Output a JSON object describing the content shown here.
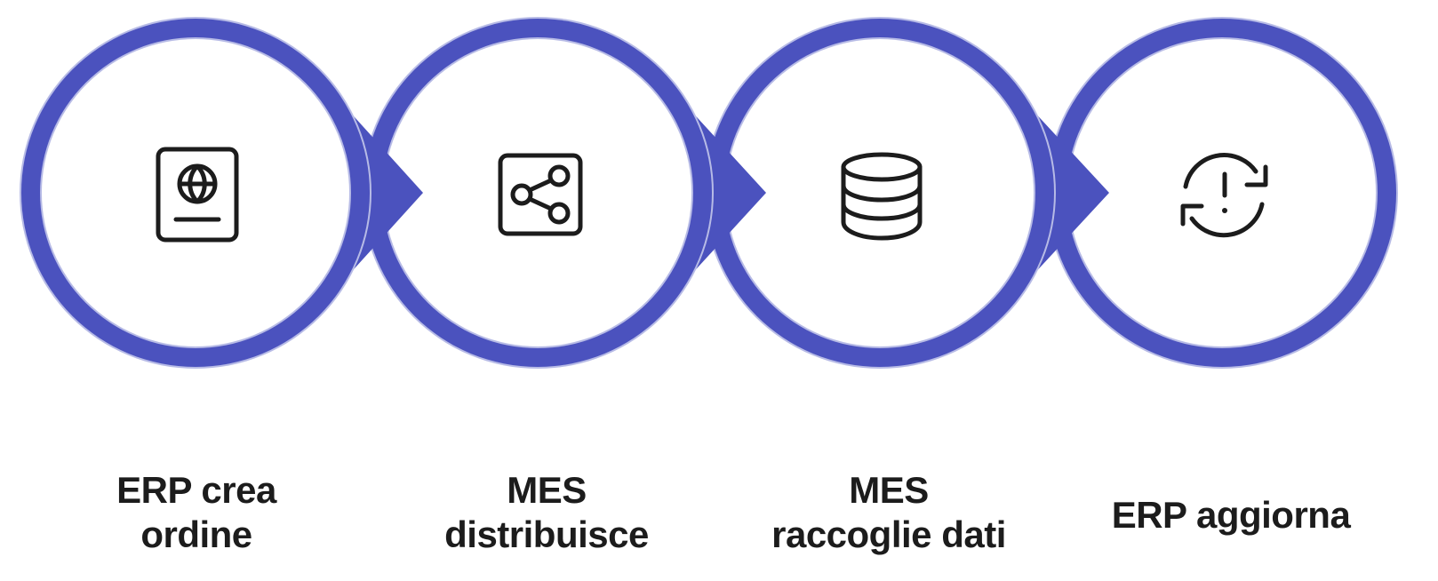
{
  "colors": {
    "ring": "#4b52be",
    "ring_edge": "#b7bbe6",
    "icon_stroke": "#1c1c1c",
    "label_text": "#1c1c1c",
    "background": "#ffffff"
  },
  "steps": [
    {
      "icon": "passport-globe-icon",
      "label_lines": [
        "ERP crea",
        "ordine"
      ]
    },
    {
      "icon": "share-nodes-icon",
      "label_lines": [
        "MES",
        "distribuisce"
      ]
    },
    {
      "icon": "database-icon",
      "label_lines": [
        "MES",
        "raccoglie dati"
      ]
    },
    {
      "icon": "sync-alert-icon",
      "label_lines": [
        "ERP aggiorna"
      ]
    }
  ]
}
